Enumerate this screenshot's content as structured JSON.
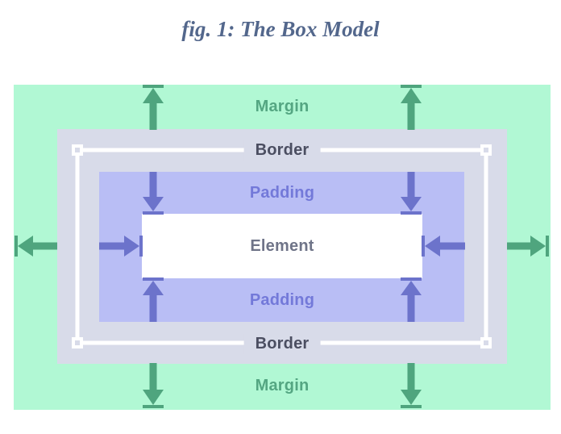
{
  "title": "fig. 1: The Box Model",
  "labels": {
    "margin": "Margin",
    "border": "Border",
    "padding": "Padding",
    "element": "Element"
  },
  "palette": {
    "page_bg": "#ffffff",
    "title_text": "#53678c",
    "margin_bg": "#b1f8d4",
    "margin_text": "#54a682",
    "margin_arrow": "#4fa57e",
    "border_bg": "#d8dbe9",
    "border_text": "#4b4e61",
    "border_line": "#ffffff",
    "padding_bg": "#b9bef5",
    "padding_text": "#7379d9",
    "padding_arrow": "#6c73cb",
    "element_bg": "#ffffff",
    "element_text": "#6f7488"
  }
}
